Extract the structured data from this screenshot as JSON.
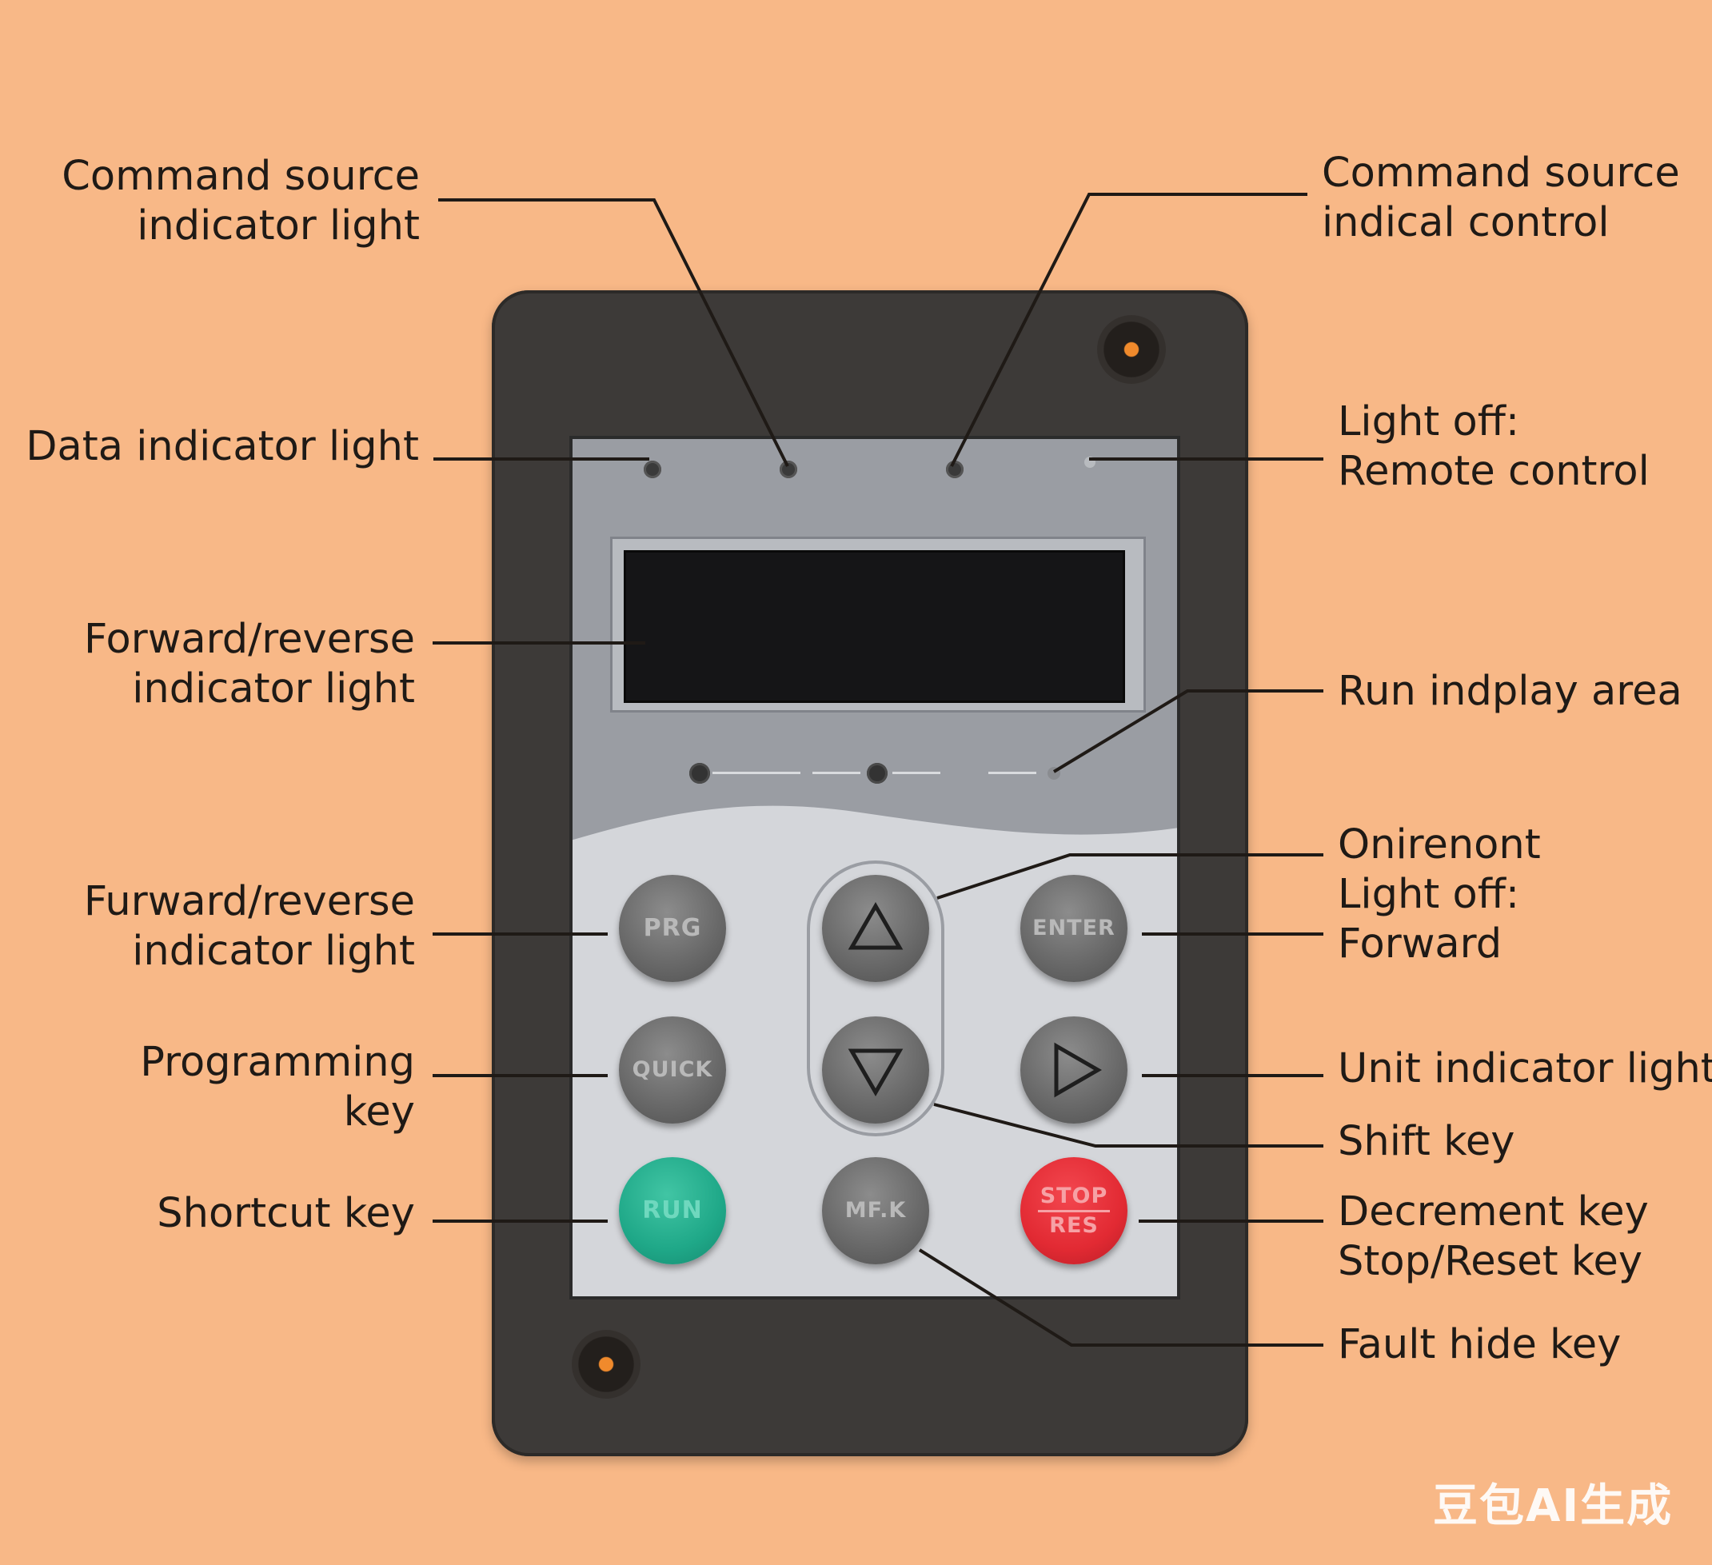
{
  "labels": {
    "command_source_indicator_light": [
      "Command source",
      "indicator light"
    ],
    "command_source_indical_control": [
      "Command source",
      "indical control"
    ],
    "data_indicator_light": [
      "Data indicator light"
    ],
    "light_off_remote": [
      "Light off:",
      "Remote control"
    ],
    "forward_reverse_indicator_light": [
      "Forward/reverse",
      "indicator light"
    ],
    "run_indplay_area": [
      "Run indplay area"
    ],
    "furward_reverse_indicator_light": [
      "Furward/reverse",
      "indicator light"
    ],
    "onirenont_light_off_forward": [
      "Onirenont",
      "Light off:",
      "Forward"
    ],
    "programming_key": [
      "Programming",
      "key"
    ],
    "unit_indicator_light": [
      "Unit indicator light"
    ],
    "shift_key": [
      "Shift key"
    ],
    "shortcut_key": [
      "Shortcut key"
    ],
    "decrement_stop_reset": [
      "Decrement key",
      "Stop/Reset key"
    ],
    "fault_hide_key": [
      "Fault hide key"
    ]
  },
  "keys": {
    "pro": "PRG",
    "enter": "ENTER",
    "quick": "QUICK",
    "run": "RUN",
    "mfk": "MF.K",
    "stop_top": "STOP",
    "stop_bottom": "RES"
  },
  "watermark": "豆包AI生成",
  "colors": {
    "background": "#f8b887",
    "run_key": "#1fa888",
    "stop_key": "#e22a33"
  }
}
